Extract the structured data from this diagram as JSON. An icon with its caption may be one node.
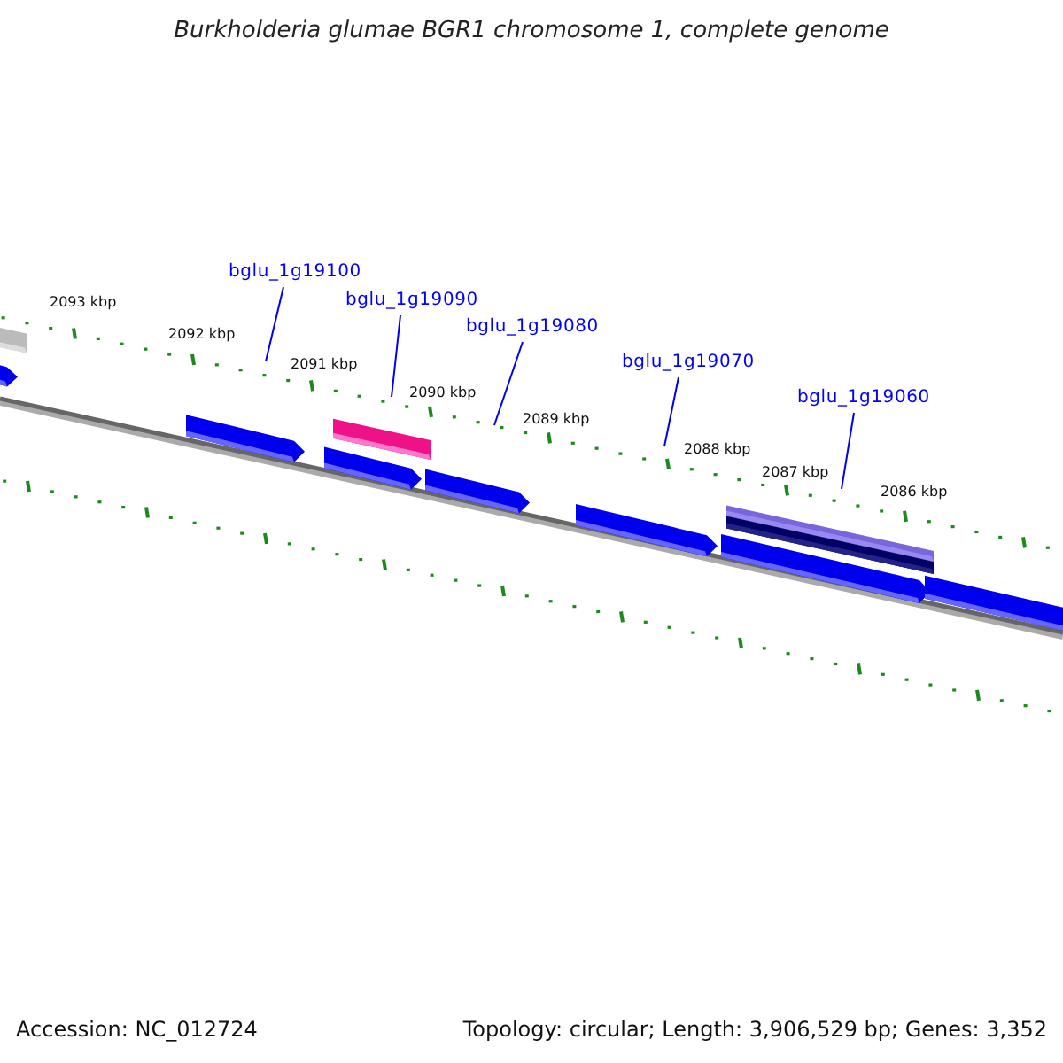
{
  "diagram": {
    "title": "Burkholderia glumae BGR1 chromosome 1, complete genome",
    "nodes": [
      {
        "text": [
          "bglu_1g19100"
        ]
      },
      {
        "text": [
          "bglu_1g19090"
        ]
      },
      {
        "text": [
          "bglu_1g19080"
        ]
      },
      {
        "text": [
          "bglu_1g19070"
        ]
      },
      {
        "text": [
          "bglu_1g19060"
        ]
      }
    ],
    "edges": [
      {
        "from": 0,
        "to": null,
        "arrow": "none"
      },
      {
        "from": 1,
        "to": null,
        "arrow": "none"
      },
      {
        "from": 2,
        "to": null,
        "arrow": "none"
      },
      {
        "from": 3,
        "to": null,
        "arrow": "none"
      },
      {
        "from": 4,
        "to": null,
        "arrow": "none"
      }
    ],
    "labels": [
      "2093 kbp",
      "2092 kbp",
      "2091 kbp",
      "2090 kbp",
      "2089 kbp",
      "2088 kbp",
      "2087 kbp",
      "2086 kbp",
      "Accession: NC_012724",
      "Topology: circular; Length: 3,906,529 bp; Genes: 3,352"
    ]
  }
}
